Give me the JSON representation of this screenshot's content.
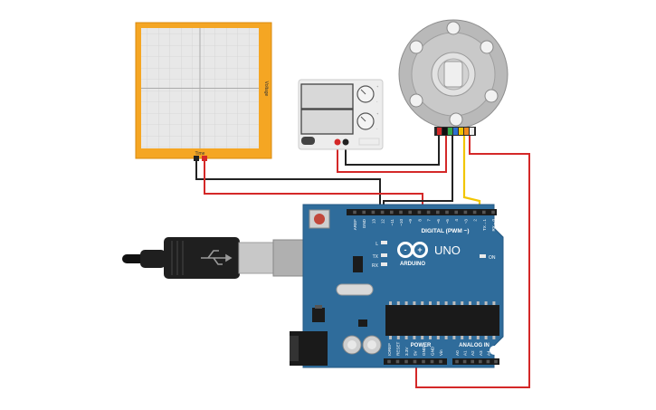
{
  "oscilloscope": {
    "y_axis_label": "Voltage",
    "x_axis_label": "Time"
  },
  "power_supply": {
    "knob_top_labels": [
      "+",
      "-"
    ],
    "knob_bottom_labels": [
      "+",
      "-"
    ]
  },
  "arduino": {
    "model": "UNO",
    "brand": "ARDUINO",
    "digital_header_label": "DIGITAL (PWM ~)",
    "power_header_label": "POWER",
    "analog_header_label": "ANALOG IN",
    "led_labels": {
      "l": "L",
      "tx": "TX",
      "rx": "RX",
      "on": "ON"
    },
    "digital_pins": [
      "AREF",
      "GND",
      "13",
      "12",
      "~11",
      "~10",
      "~9",
      "8",
      "7",
      "~6",
      "~5",
      "4",
      "~3",
      "2",
      "TX→1",
      "RX←0"
    ],
    "power_pins": [
      "IOREF",
      "RESET",
      "3.3V",
      "5V",
      "GND",
      "GND",
      "Vin"
    ],
    "analog_pins": [
      "A0",
      "A1",
      "A2",
      "A3",
      "A4",
      "A5"
    ]
  },
  "colors": {
    "board_blue": "#2f6c9b",
    "wire_red": "#d42828",
    "wire_black": "#222222",
    "wire_yellow": "#f2c500",
    "scope_frame": "#f5a623"
  }
}
